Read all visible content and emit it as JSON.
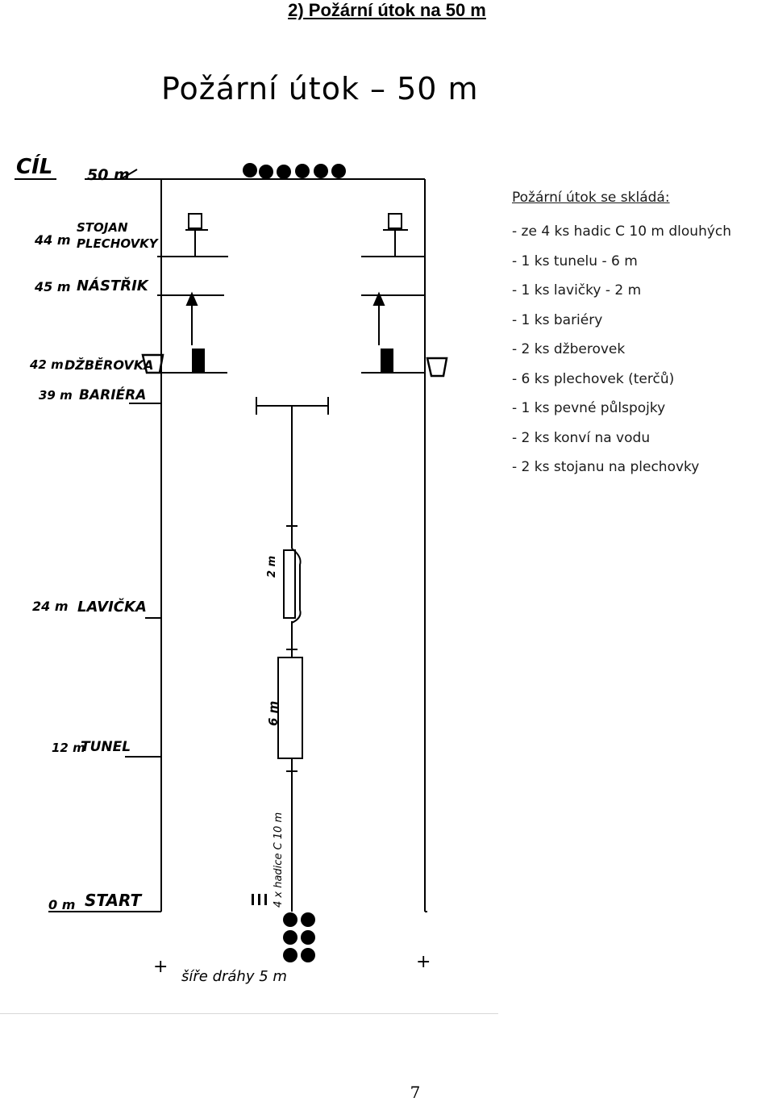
{
  "section_heading": "2) Požární útok na 50 m",
  "sketch": {
    "title": "Požární útok – 50 m",
    "top_label_goal": "CÍL",
    "top_label_distance": "50 m",
    "markers": [
      {
        "dist": "44 m",
        "label": "STOJAN PLECHOVKY"
      },
      {
        "dist": "45 m",
        "label": "NÁSTŘIK"
      },
      {
        "dist": "42 m",
        "label": "DŽBĚROVKA"
      },
      {
        "dist": "39 m",
        "label": "BARIÉRA"
      },
      {
        "dist": "24 m",
        "label": "LAVIČKA"
      },
      {
        "dist": "12 m",
        "label": "TUNEL"
      },
      {
        "dist": "0 m",
        "label": "START"
      }
    ],
    "annot_bench": "2 m",
    "annot_tunnel": "6 m",
    "annot_hose": "4 x hadice C 10 m",
    "annot_width": "šíře dráhy 5 m",
    "annot_cross": "+"
  },
  "equipment": {
    "heading": "Požární útok se skládá:",
    "items": [
      "- ze 4 ks hadic C 10 m dlouhých",
      "- 1 ks tunelu - 6 m",
      "- 1 ks lavičky - 2 m",
      "- 1 ks bariéry",
      "- 2 ks džberovek",
      "- 6 ks plechovek (terčů)",
      "- 1 ks pevné půlspojky",
      "- 2 ks konví na vodu",
      "- 2 ks stojanu na plechovky"
    ]
  },
  "page_number": "7"
}
